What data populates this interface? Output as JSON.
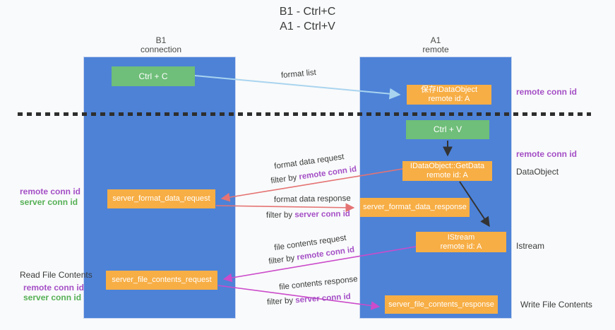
{
  "title": {
    "line1": "B1 - Ctrl+C",
    "line2": "A1 - Ctrl+V"
  },
  "lanes": {
    "left": {
      "header_line1": "B1",
      "header_line2": "connection"
    },
    "right": {
      "header_line1": "A1",
      "header_line2": "remote"
    }
  },
  "nodes": {
    "ctrl_c": {
      "label": "Ctrl + C"
    },
    "ctrl_v": {
      "label": "Ctrl + V"
    },
    "save_dataobject": {
      "line1": "保存IDataObject",
      "line2": "remote id: A"
    },
    "getdata": {
      "line1": "IDataObject::GetData",
      "line2": "remote id: A"
    },
    "istream": {
      "line1": "IStream",
      "line2": "remote id: A"
    },
    "server_format_data_request": {
      "label": "server_format_data_request"
    },
    "server_format_data_response": {
      "label": "server_format_data_response"
    },
    "server_file_contents_request": {
      "label": "server_file_contents_request"
    },
    "server_file_contents_response": {
      "label": "server_file_contents_response"
    }
  },
  "arrow_labels": {
    "format_list": "format list",
    "format_data_request": "format data request",
    "format_data_response": "format data response",
    "file_contents_request": "file contents request",
    "file_contents_response": "file contents response",
    "filter_prefix": "filter by ",
    "remote_conn_id": "remote conn id",
    "server_conn_id": "server conn id"
  },
  "side_labels": {
    "remote_conn_id": "remote conn id",
    "server_conn_id": "server conn id",
    "read_file_contents": "Read File Contents",
    "write_file_contents": "Write File Contents",
    "dataobject": "DataObject",
    "istream": "Istream"
  },
  "colors": {
    "lane_blue": "#4d82d7",
    "box_orange": "#f7ae45",
    "box_green": "#6fbe79",
    "arrow_red": "#e57373",
    "arrow_magenta": "#cb4bcb",
    "arrow_lightblue": "#a9d4ef",
    "arrow_black": "#333333",
    "text_purple": "#a44fc6",
    "text_green": "#55b055"
  }
}
